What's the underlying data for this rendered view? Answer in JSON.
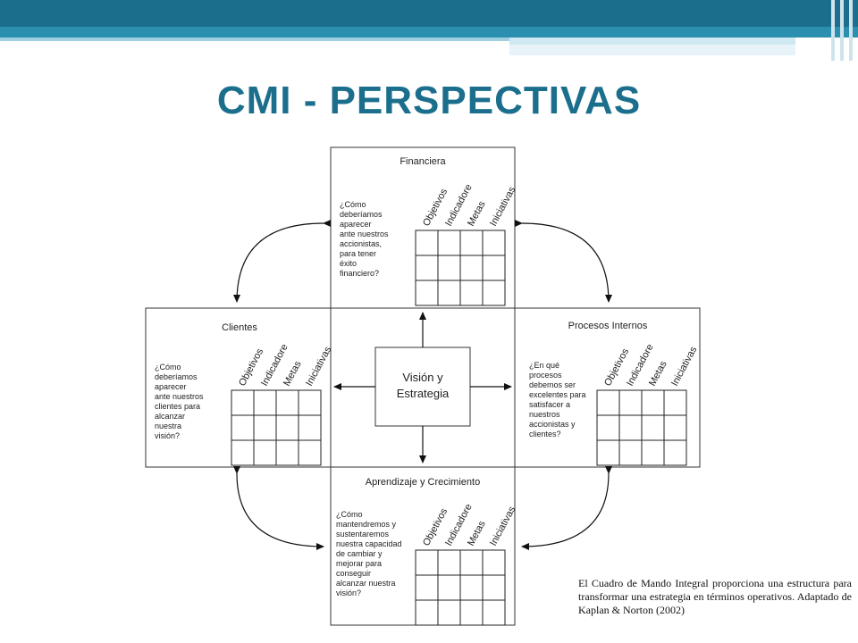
{
  "title": "CMI - PERSPECTIVAS",
  "accent_color": "#1b6f8c",
  "center": {
    "line1": "Visión y",
    "line2": "Estrategia"
  },
  "columns": [
    "Objetivos",
    "Indicadore",
    "Metas",
    "Iniciativas"
  ],
  "perspectives": {
    "financiera": {
      "label": "Financiera",
      "question": [
        "¿Cómo",
        "deberíamos",
        "aparecer",
        "ante nuestros",
        "accionistas,",
        "para tener",
        "éxito",
        "financiero?"
      ]
    },
    "clientes": {
      "label": "Clientes",
      "question": [
        "¿Cómo",
        "deberíamos",
        "aparecer",
        "ante nuestros",
        "clientes para",
        "alcanzar",
        "nuestra",
        "visión?"
      ]
    },
    "procesos": {
      "label": "Procesos Internos",
      "question": [
        "¿En qué",
        "procesos",
        "debemos ser",
        "excelentes para",
        "satisfacer a",
        "nuestros",
        "accionistas y",
        "clientes?"
      ]
    },
    "aprendizaje": {
      "label": "Aprendizaje y Crecimiento",
      "question": [
        "¿Cómo",
        "mantendremos y",
        "sustentaremos",
        "nuestra capacidad",
        "de cambiar y",
        "mejorar para",
        "conseguir",
        "alcanzar nuestra",
        "visión?"
      ]
    }
  },
  "caption": "El Cuadro de Mando Integral proporciona una estructura para transformar una estrategia en términos operativos. Adaptado de Kaplan & Norton (2002)"
}
